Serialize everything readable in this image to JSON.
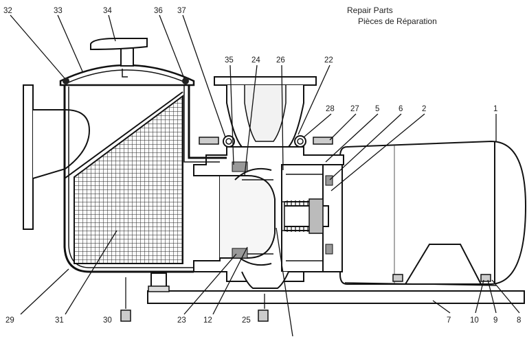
{
  "title": {
    "en": "Repair Parts",
    "fr": "Pièces de Réparation"
  },
  "callouts": [
    "32",
    "33",
    "34",
    "36",
    "37",
    "35",
    "24",
    "26",
    "22",
    "28",
    "27",
    "5",
    "6",
    "2",
    "1",
    "29",
    "31",
    "30",
    "23",
    "12",
    "25",
    "7",
    "10",
    "9",
    "8"
  ]
}
